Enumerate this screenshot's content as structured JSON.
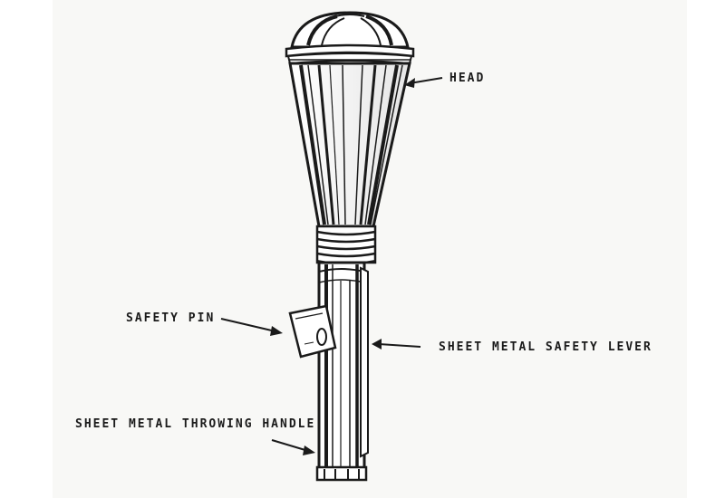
{
  "labels": {
    "head": "HEAD",
    "safety_pin": "SAFETY PIN",
    "safety_lever": "SHEET METAL SAFETY LEVER",
    "throwing_handle": "SHEET METAL THROWING HANDLE"
  },
  "colors": {
    "ink": "#1a1a1a",
    "paper": "#f8f8f6"
  }
}
